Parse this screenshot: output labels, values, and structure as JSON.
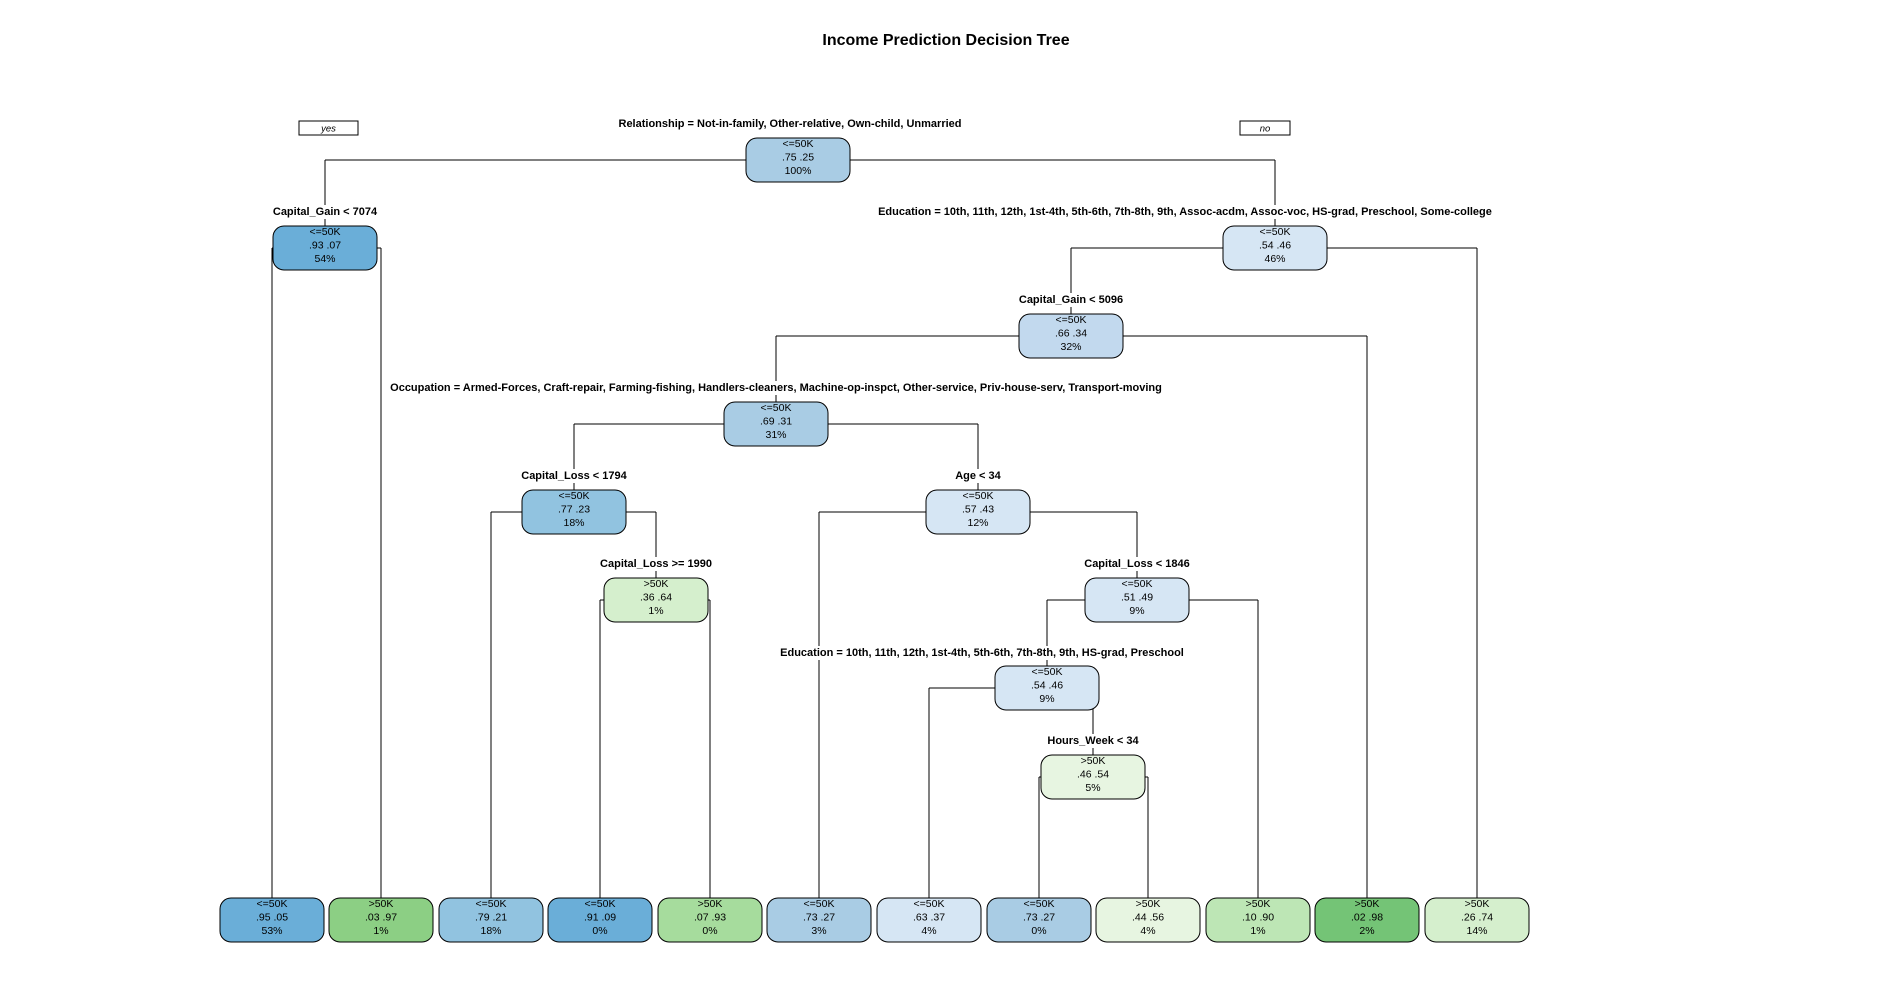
{
  "title": "Income Prediction Decision Tree",
  "branch_labels": {
    "yes": "yes",
    "no": "no"
  },
  "colors": {
    "le50k": [
      "#d6e6f4",
      "#c2d9ee",
      "#a9cce4",
      "#91c3e0",
      "#7db9df",
      "#6aaed8"
    ],
    "gt50k": [
      "#e7f5e1",
      "#d5efcd",
      "#bde6b5",
      "#a6dc9d",
      "#8ccf84",
      "#74c476"
    ]
  },
  "splits": [
    "Relationship =  Not-in-family, Other-relative, Own-child, Unmarried",
    "Capital_Gain < 7074",
    "Education =  10th, 11th, 12th, 1st-4th, 5th-6th, 7th-8th, 9th, Assoc-acdm, Assoc-voc, HS-grad, Preschool, Some-college",
    "Capital_Gain < 5096",
    "Occupation =  Armed-Forces, Craft-repair, Farming-fishing, Handlers-cleaners, Machine-op-inspct, Other-service, Priv-house-serv, Transport-moving",
    "Capital_Loss < 1794",
    "Age < 34",
    "Capital_Loss >= 1990",
    "Capital_Loss < 1846",
    "Education =  10th, 11th, 12th, 1st-4th, 5th-6th, 7th-8th, 9th, HS-grad, Preschool",
    "Hours_Week < 34"
  ],
  "nodes": [
    {
      "id": "root",
      "cls": "<=50K",
      "probs": ".75  .25",
      "pct": "100%",
      "shade": 2
    },
    {
      "id": "n2",
      "cls": "<=50K",
      "probs": ".93  .07",
      "pct": "54%",
      "shade": 5
    },
    {
      "id": "n3",
      "cls": "<=50K",
      "probs": ".54  .46",
      "pct": "46%",
      "shade": 0
    },
    {
      "id": "n6",
      "cls": "<=50K",
      "probs": ".66  .34",
      "pct": "32%",
      "shade": 1
    },
    {
      "id": "n12",
      "cls": "<=50K",
      "probs": ".69  .31",
      "pct": "31%",
      "shade": 2
    },
    {
      "id": "n24",
      "cls": "<=50K",
      "probs": ".77  .23",
      "pct": "18%",
      "shade": 3
    },
    {
      "id": "n25",
      "cls": "<=50K",
      "probs": ".57  .43",
      "pct": "12%",
      "shade": 0
    },
    {
      "id": "n49",
      "cls": ">50K",
      "probs": ".36  .64",
      "pct": "1%",
      "shade": 1
    },
    {
      "id": "n51",
      "cls": "<=50K",
      "probs": ".51  .49",
      "pct": "9%",
      "shade": 0
    },
    {
      "id": "n102",
      "cls": "<=50K",
      "probs": ".54  .46",
      "pct": "9%",
      "shade": 0
    },
    {
      "id": "n205",
      "cls": ">50K",
      "probs": ".46  .54",
      "pct": "5%",
      "shade": 0
    }
  ],
  "leaves": [
    {
      "cls": "<=50K",
      "probs": ".95  .05",
      "pct": "53%",
      "shade": 5
    },
    {
      "cls": ">50K",
      "probs": ".03  .97",
      "pct": "1%",
      "shade": 4
    },
    {
      "cls": "<=50K",
      "probs": ".79  .21",
      "pct": "18%",
      "shade": 3
    },
    {
      "cls": "<=50K",
      "probs": ".91  .09",
      "pct": "0%",
      "shade": 5
    },
    {
      "cls": ">50K",
      "probs": ".07  .93",
      "pct": "0%",
      "shade": 3
    },
    {
      "cls": "<=50K",
      "probs": ".73  .27",
      "pct": "3%",
      "shade": 2
    },
    {
      "cls": "<=50K",
      "probs": ".63  .37",
      "pct": "4%",
      "shade": 0
    },
    {
      "cls": "<=50K",
      "probs": ".73  .27",
      "pct": "0%",
      "shade": 2
    },
    {
      "cls": ">50K",
      "probs": ".44  .56",
      "pct": "4%",
      "shade": 0
    },
    {
      "cls": ">50K",
      "probs": ".10  .90",
      "pct": "1%",
      "shade": 2
    },
    {
      "cls": ">50K",
      "probs": ".02  .98",
      "pct": "2%",
      "shade": 5
    },
    {
      "cls": ">50K",
      "probs": ".26  .74",
      "pct": "14%",
      "shade": 1
    }
  ]
}
